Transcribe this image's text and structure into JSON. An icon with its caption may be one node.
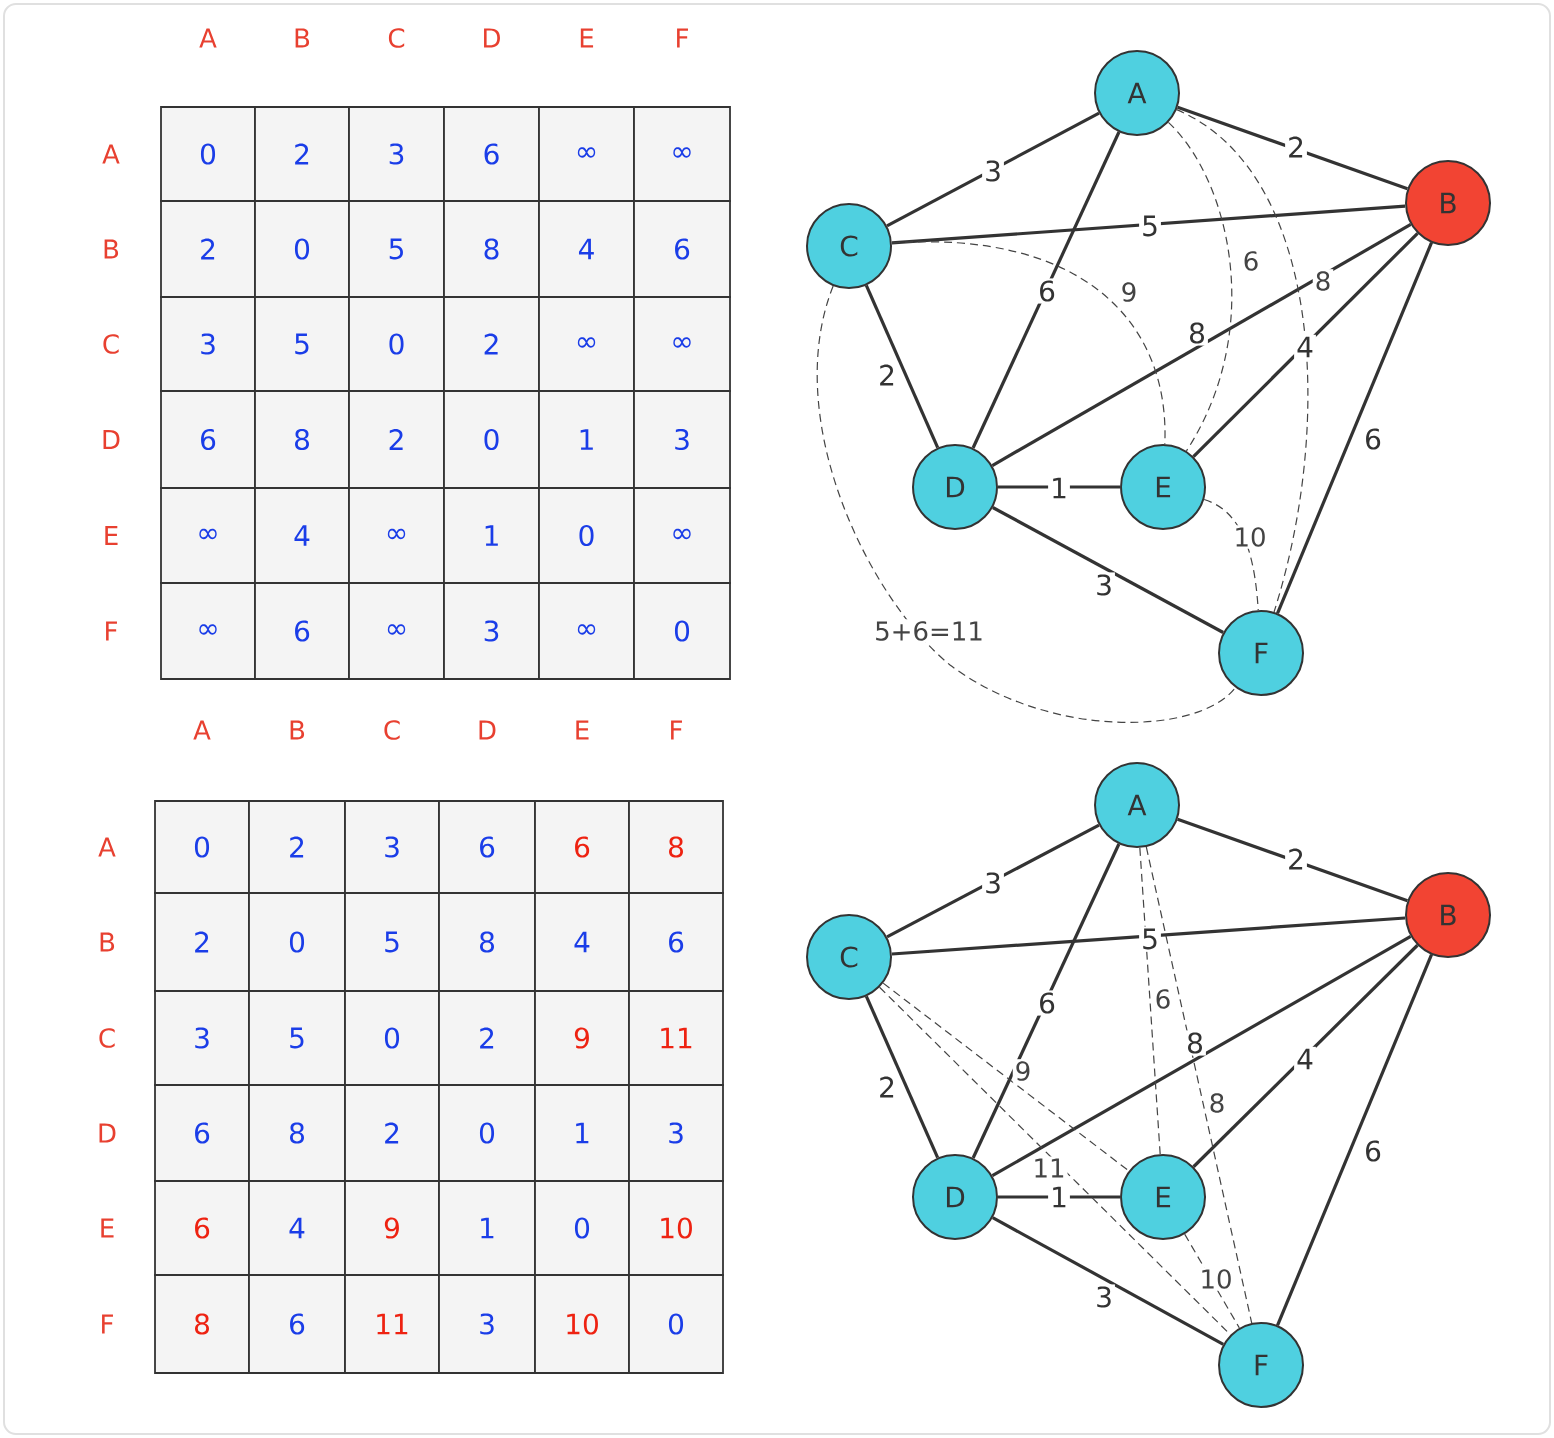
{
  "diagram": {
    "nodes": [
      {
        "text": [
          "A"
        ]
      },
      {
        "text": [
          "B"
        ]
      },
      {
        "text": [
          "C"
        ]
      },
      {
        "text": [
          "D"
        ]
      },
      {
        "text": [
          "E"
        ]
      },
      {
        "text": [
          "F"
        ]
      },
      {
        "text": [
          "A"
        ]
      },
      {
        "text": [
          "B"
        ]
      },
      {
        "text": [
          "C"
        ]
      },
      {
        "text": [
          "D"
        ]
      },
      {
        "text": [
          "E"
        ]
      },
      {
        "text": [
          "F"
        ]
      }
    ],
    "edges": [
      {
        "from": 0,
        "to": 2,
        "arrow": "none",
        "label": "3"
      },
      {
        "from": 0,
        "to": 1,
        "arrow": "none",
        "label": "2"
      },
      {
        "from": 2,
        "to": 1,
        "arrow": "none",
        "label": "5"
      },
      {
        "from": 0,
        "to": 3,
        "arrow": "none",
        "label": "6"
      },
      {
        "from": 3,
        "to": 1,
        "arrow": "none",
        "label": "8"
      },
      {
        "from": 1,
        "to": 4,
        "arrow": "none",
        "label": "4"
      },
      {
        "from": 1,
        "to": 5,
        "arrow": "none",
        "label": "6"
      },
      {
        "from": 2,
        "to": 3,
        "arrow": "none",
        "label": "2"
      },
      {
        "from": 3,
        "to": 4,
        "arrow": "none",
        "label": "1"
      },
      {
        "from": 3,
        "to": 5,
        "arrow": "none",
        "label": "3"
      },
      {
        "from": 0,
        "to": 4,
        "arrow": "none",
        "label": "6",
        "style": "dashed"
      },
      {
        "from": 2,
        "to": 4,
        "arrow": "none",
        "label": "9",
        "style": "dashed"
      },
      {
        "from": 0,
        "to": 5,
        "arrow": "none",
        "label": "8",
        "style": "dashed"
      },
      {
        "from": 4,
        "to": 5,
        "arrow": "none",
        "label": "10",
        "style": "dashed"
      },
      {
        "from": 2,
        "to": 5,
        "arrow": "none",
        "label": "5+6=11",
        "style": "dashed"
      },
      {
        "from": 6,
        "to": 8,
        "arrow": "none",
        "label": "3"
      },
      {
        "from": 6,
        "to": 7,
        "arrow": "none",
        "label": "2"
      },
      {
        "from": 8,
        "to": 7,
        "arrow": "none",
        "label": "5"
      },
      {
        "from": 6,
        "to": 9,
        "arrow": "none",
        "label": "6"
      },
      {
        "from": 9,
        "to": 7,
        "arrow": "none",
        "label": "8"
      },
      {
        "from": 7,
        "to": 10,
        "arrow": "none",
        "label": "4"
      },
      {
        "from": 7,
        "to": 11,
        "arrow": "none",
        "label": "6"
      },
      {
        "from": 8,
        "to": 9,
        "arrow": "none",
        "label": "2"
      },
      {
        "from": 9,
        "to": 10,
        "arrow": "none",
        "label": "1"
      },
      {
        "from": 9,
        "to": 11,
        "arrow": "none",
        "label": "3"
      },
      {
        "from": 6,
        "to": 10,
        "arrow": "none",
        "label": "6",
        "style": "dashed"
      },
      {
        "from": 8,
        "to": 10,
        "arrow": "none",
        "label": "9",
        "style": "dashed"
      },
      {
        "from": 6,
        "to": 11,
        "arrow": "none",
        "label": "8",
        "style": "dashed"
      },
      {
        "from": 10,
        "to": 11,
        "arrow": "none",
        "label": "10",
        "style": "dashed"
      },
      {
        "from": 8,
        "to": 11,
        "arrow": "none",
        "label": "11",
        "style": "dashed"
      }
    ],
    "labels": [
      "A",
      "B",
      "C",
      "D",
      "E",
      "F",
      "A",
      "0",
      "2",
      "3",
      "6",
      "∞",
      "∞",
      "B",
      "2",
      "0",
      "5",
      "8",
      "4",
      "6",
      "C",
      "3",
      "5",
      "0",
      "2",
      "∞",
      "∞",
      "D",
      "6",
      "8",
      "2",
      "0",
      "1",
      "3",
      "E",
      "∞",
      "4",
      "∞",
      "1",
      "0",
      "∞",
      "F",
      "∞",
      "6",
      "∞",
      "3",
      "∞",
      "0",
      "A",
      "B",
      "C",
      "D",
      "E",
      "F",
      "A",
      "0",
      "2",
      "3",
      "6",
      "6",
      "8",
      "B",
      "2",
      "0",
      "5",
      "8",
      "4",
      "6",
      "C",
      "3",
      "5",
      "0",
      "2",
      "9",
      "11",
      "D",
      "6",
      "8",
      "2",
      "0",
      "1",
      "3",
      "E",
      "6",
      "4",
      "9",
      "1",
      "0",
      "10",
      "F",
      "8",
      "6",
      "11",
      "3",
      "10",
      "0"
    ]
  }
}
